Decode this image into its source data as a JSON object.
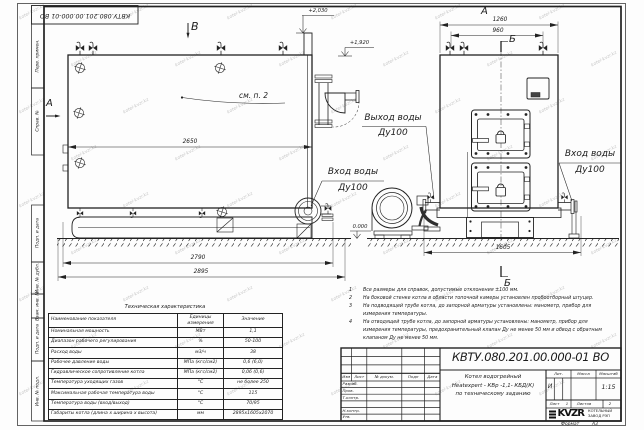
{
  "watermark": {
    "text": "kotel-kvzr.kz"
  },
  "stamp_top": "КВТУ.080.201.00.000-01  ВО",
  "margin_labels": [
    "Перв. примен.",
    "Справ. №",
    "Подп. и дата",
    "Инв. № дубл.",
    "Взам. инв. №",
    "Подп. и дата",
    "Инв. № подл."
  ],
  "side_view": {
    "view_b": "В",
    "view_a": "А",
    "elev_top": "+2,030",
    "elev_mid": "+1,920",
    "callout": "см. п. 2",
    "dim_width": "2650",
    "dim_base": "2790",
    "dim_total": "2895",
    "inlet_line1": "Вход воды",
    "inlet_line2": "Ду100",
    "outlet_line1": "Выход воды",
    "outlet_line2": "Ду100"
  },
  "front_view": {
    "view_a": "А",
    "section_b_top": "Б",
    "section_b_bottom": "Б",
    "dim_width": "1260",
    "dim_valves": "960",
    "dim_base": "1605",
    "elev_zero": "0.000",
    "inlet_line1": "Вход воды",
    "inlet_line2": "Ду100"
  },
  "notes": [
    {
      "num": "1",
      "text": "Все размеры для справок, допустимые отклонения ±100 мм."
    },
    {
      "num": "2",
      "text": "На боковой стенке котла в области топочной камеры установлен пробоотборный штуцер."
    },
    {
      "num": "3",
      "text": "На  подводящей трубе котла, до запорной арматуры установлены: манометр, прибор для измерения температуры."
    },
    {
      "num": "4",
      "text": "На отводящей трубе котла, до запорной арматуры установлены: манометр, прибор для измерения температуры, предохранительный клапан Ду не менее 50 мм и обвод с обратным клапаном Ду не менее 50 мм."
    }
  ],
  "tech_table": {
    "title": "Техническая характеристика",
    "headers": [
      "Наименование показателя",
      "Единицы измерения",
      "Значение"
    ],
    "rows": [
      [
        "Номинальная мощность",
        "МВт",
        "1,1"
      ],
      [
        "Диапазон рабочего регулирования",
        "%",
        "50-100"
      ],
      [
        "Расход воды",
        "м3/ч",
        "38"
      ],
      [
        "Рабочее давление воды",
        "МПа (кгс/см2)",
        "0,6 (6,0)"
      ],
      [
        "Гидравлическое сопротивление котла",
        "МПа (кгс/см2)",
        "0,06 (0,6)"
      ],
      [
        "Температура уходящих газов",
        "°С",
        "не более 250"
      ],
      [
        "Максимальная рабочая температура воды",
        "°С",
        "115"
      ],
      [
        "Температура воды (вход/выход)",
        "°С",
        "70/95"
      ],
      [
        "Габариты котла (длина х ширина х высота)",
        "мм",
        "2895х1605х2070"
      ]
    ]
  },
  "title_block": {
    "doc_number": "КВТУ.080.201.00.000-01  ВО",
    "name_lines": [
      "Котел водогрейный",
      "Heatexpert - КВр -1,1- КБД(К)",
      "по техническому заданию"
    ],
    "header_cells": [
      "Изм",
      "Лист",
      "№ докум.",
      "Подп",
      "Дата"
    ],
    "row_labels": [
      "Разраб.",
      "Пров.",
      "Т.контр.",
      "Н.контр.",
      "Утв."
    ],
    "lit_label": "Лит.",
    "lit_value": "И",
    "mass_label": "Масса",
    "scale_label": "Масштаб",
    "scale_value": "1:15",
    "sheet_label": "Лист",
    "sheet_value": "1",
    "sheets_label": "Листов",
    "sheets_value": "2",
    "logo_text": "KVZR",
    "company_line1": "КОТЕЛЬНЫЙ",
    "company_line2": "ЗАВОД РЭП",
    "format_label": "Формат",
    "format_value": "А3"
  }
}
